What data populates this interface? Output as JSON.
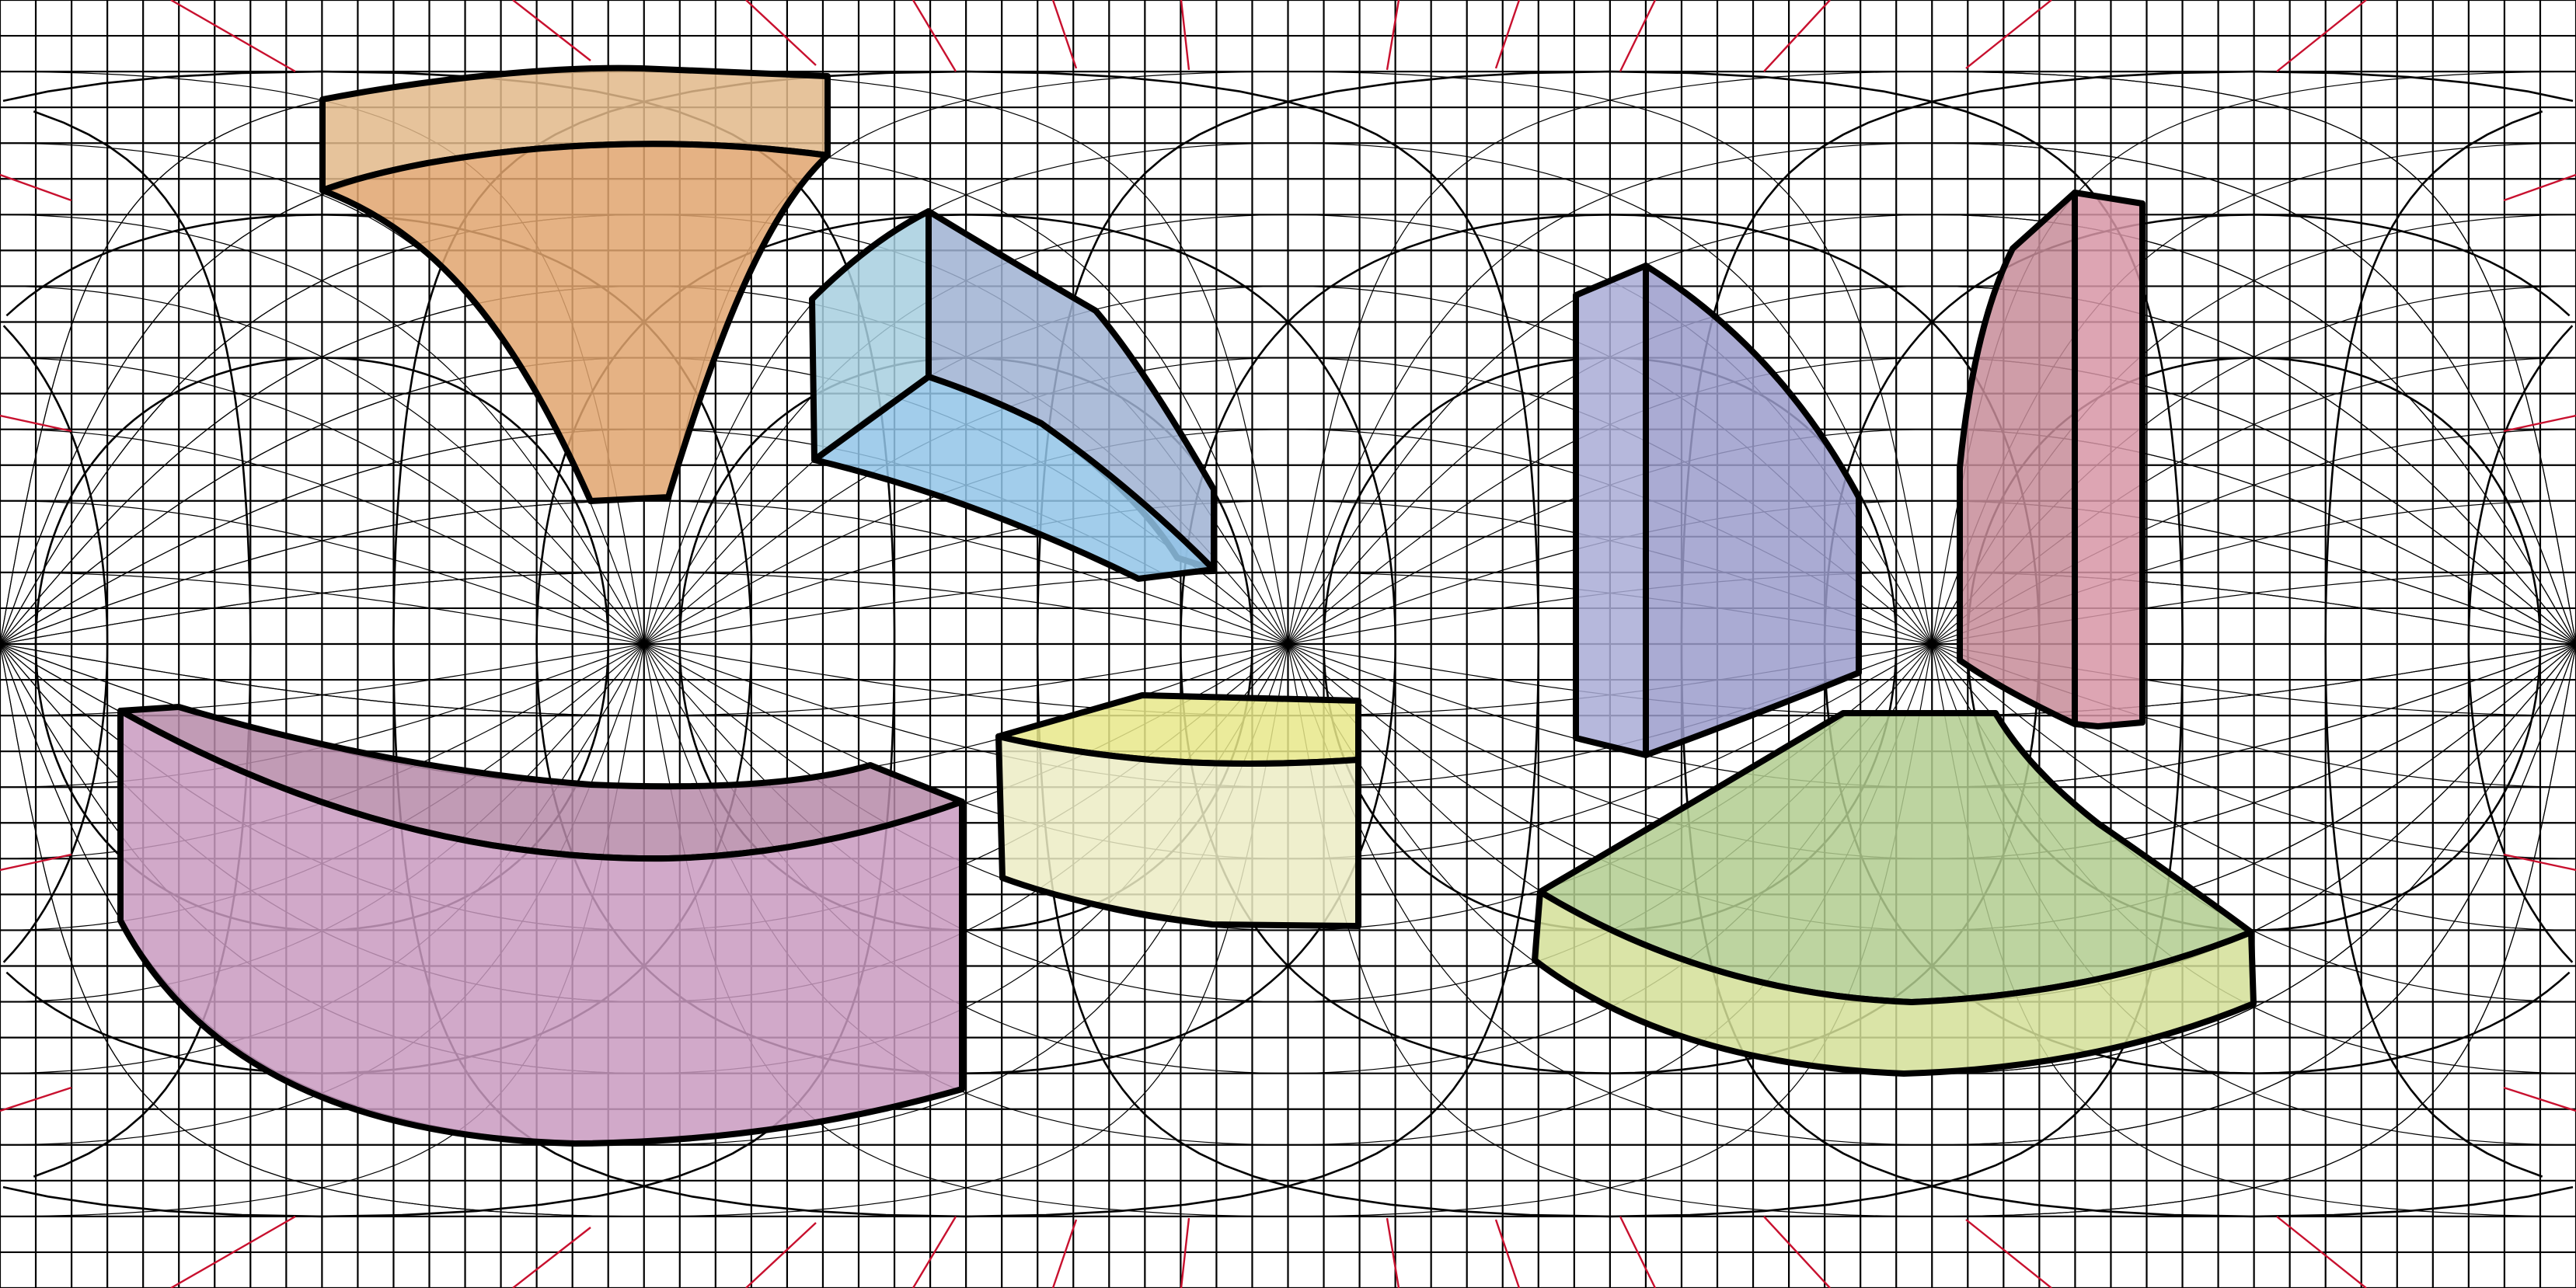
{
  "colors": {
    "background": "#ffffff",
    "grid_line": "#000000",
    "tick_mark": "#c8102e",
    "outline": "#000000",
    "orange_top": "#e2b88a",
    "orange_face": "#e0a56e",
    "blue_side": "#a7cfdf",
    "blue_right": "#9fb2d2",
    "blue_bottom": "#92c4e8",
    "violet_left": "#a9acd6",
    "violet_right": "#9b9ccb",
    "pink_left": "#c78c99",
    "pink_right": "#d795a6",
    "purple_top": "#b68aa8",
    "purple_face": "#c99ac0",
    "yellow_top": "#e8e88a",
    "yellow_face": "#ececc4",
    "green_top": "#b2cd8f",
    "green_face": "#d3df98"
  },
  "shapes": [
    {
      "name": "orange-trapezoid-prism",
      "color": "orange"
    },
    {
      "name": "blue-wedge-box",
      "color": "blue"
    },
    {
      "name": "violet-slab",
      "color": "violet"
    },
    {
      "name": "pink-slab",
      "color": "pink"
    },
    {
      "name": "purple-curved-box",
      "color": "purple"
    },
    {
      "name": "yellow-block",
      "color": "yellow"
    },
    {
      "name": "green-fan-slab",
      "color": "green"
    }
  ]
}
